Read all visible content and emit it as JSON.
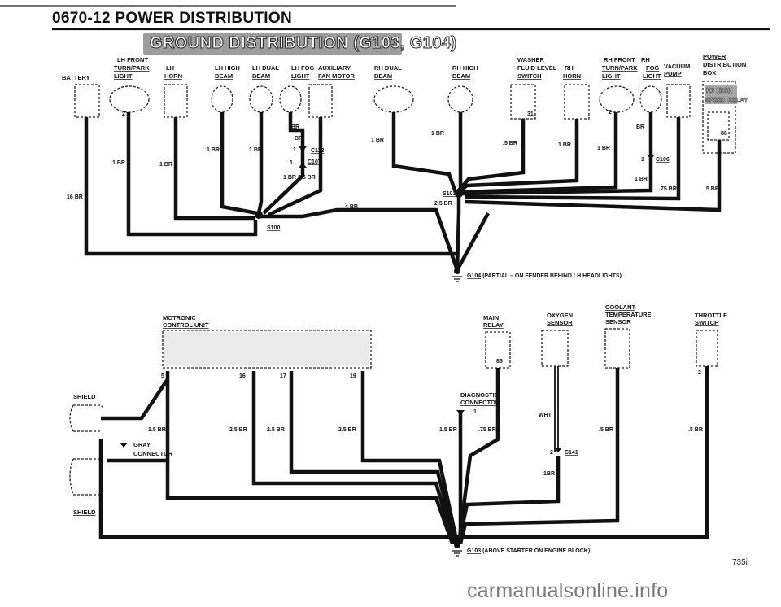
{
  "header": {
    "title": "0670-12   POWER DISTRIBUTION"
  },
  "banner": {
    "title": "GROUND DISTRIBUTION (G103, G104)"
  },
  "top_components": {
    "battery": "BATTERY",
    "lh_front_1": "LH FRONT",
    "lh_front_2": "TURN/PARK",
    "lh_front_3": "LIGHT",
    "lh_horn_1": "LH",
    "lh_horn_2": "HORN",
    "lh_high_1": "LH HIGH",
    "lh_high_2": "BEAM",
    "lh_dual_1": "LH DUAL",
    "lh_dual_2": "BEAM",
    "lh_fog_1": "LH FOG",
    "lh_fog_2": "LIGHT",
    "aux_1": "AUXILIARY",
    "aux_2": "FAN MOTOR",
    "rh_dual_1": "RH DUAL",
    "rh_dual_2": "BEAM",
    "rh_high_1": "RH HIGH",
    "rh_high_2": "BEAM",
    "washer_1": "WASHER",
    "washer_2": "FLUID LEVEL",
    "washer_3": "SWITCH",
    "rh_horn_1": "RH",
    "rh_horn_2": "HORN",
    "rh_front_1": "RH FRONT",
    "rh_front_2": "TURN/PARK",
    "rh_front_3": "LIGHT",
    "rh_fog_1": "RH",
    "rh_fog_2": "FOG",
    "rh_fog_3": "LIGHT",
    "vacuum_1": "VACUUM",
    "vacuum_2": "PUMP",
    "power_dist_1": "POWER",
    "power_dist_2": "DISTRIBUTION",
    "power_dist_3": "BOX",
    "k6_1": "K6 HIGH",
    "k6_2": "SPEED RELAY"
  },
  "top_wires": {
    "batt": "16 BR",
    "lh_front": "1 BR",
    "lh_horn": "1 BR",
    "lh_high": "1 BR",
    "lh_dual": "1 BR",
    "lh_fog_a": "BR",
    "lh_fog_b": "BR",
    "aux_a": "1 BR",
    "aux_b": "2.5 BR",
    "s100_trunk": "4 BR",
    "rh_dual": "1 BR",
    "rh_high": "1 BR",
    "washer": ".5 BR",
    "rh_horn": "1 BR",
    "rh_front": "1 BR",
    "rh_fog_a": "BR",
    "rh_fog_b": "1 BR",
    "vacuum": ".75 BR",
    "k6": ".5 BR",
    "s101_trunk": "2.5 BR"
  },
  "top_pins": {
    "lh_front": "2",
    "washer": "31",
    "rh_front": "2",
    "k6": "86",
    "c113": "1",
    "c107": "1",
    "c106": "1"
  },
  "top_connectors": {
    "c113": "C113",
    "c107": "C107",
    "c106": "C106",
    "s100": "S100",
    "s101": "S101"
  },
  "ground_g104": {
    "id": "G104",
    "desc": " (PARTIAL – ON FENDER BEHIND LH HEADLIGHTS)"
  },
  "bottom_components": {
    "motronic_1": "MOTRONIC",
    "motronic_2": "CONTROL UNIT",
    "main_1": "MAIN",
    "main_2": "RELAY",
    "oxygen_1": "OXYGEN",
    "oxygen_2": "SENSOR",
    "coolant_1": "COOLANT",
    "coolant_2": "TEMPERATURE",
    "coolant_3": "SENSOR",
    "throttle_1": "THROTTLE",
    "throttle_2": "SWITCH",
    "diag_1": "DIAGNOSTIC",
    "diag_2": "CONNECTOR",
    "shield_top": "SHIELD",
    "shield_bottom": "SHIELD",
    "gray_1": "GRAY",
    "gray_2": "CONNECTOR"
  },
  "bottom_pins": {
    "m5": "5",
    "m16": "16",
    "m17": "17",
    "m19": "19",
    "relay85": "85",
    "diag1": "1",
    "c141": "2",
    "throttle2": "2"
  },
  "bottom_wires": {
    "gray": "1.5 BR",
    "m16": "2.5 BR",
    "m17": "2.5 BR",
    "m19": "2.5 BR",
    "diag": "1.5 BR",
    "relay": ".75 BR",
    "oxygen": "WHT",
    "c141": "1BR",
    "coolant": ".5 BR",
    "throttle": ".5 BR"
  },
  "bottom_connectors": {
    "c141": "C141"
  },
  "ground_g103": {
    "id": "G103",
    "desc": " (ABOVE STARTER ON ENGINE BLOCK)"
  },
  "page_number": "735i",
  "watermark": "carmanualsonline.info"
}
